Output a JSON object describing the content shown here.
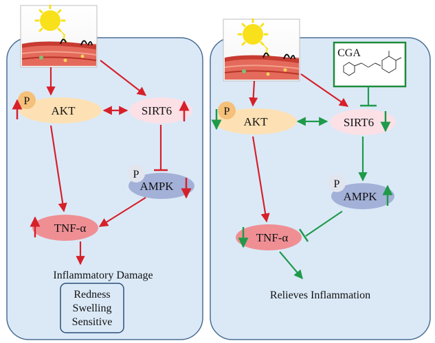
{
  "left": {
    "akt": "AKT",
    "sirt6": "SIRT6",
    "ampk": "AMPK",
    "tnf": "TNF-α",
    "phospho": "P",
    "outcome": "Inflammatory Damage",
    "symptoms": [
      "Redness",
      "Swelling",
      "Sensitive"
    ]
  },
  "right": {
    "akt": "AKT",
    "sirt6": "SIRT6",
    "ampk": "AMPK",
    "tnf": "TNF-α",
    "phospho": "P",
    "compound": "CGA",
    "outcome": "Relieves Inflammation"
  },
  "colors": {
    "panel_fill": "#dbe9f7",
    "panel_stroke": "#4a6d94",
    "damage_arrow": "#d6202a",
    "relief_arrow": "#1e9a4a",
    "akt_fill": "#fde1b4",
    "sirt6_fill": "#fbe0e6",
    "ampk_fill": "#a3b1d8",
    "tnf_fill": "#ef8f94",
    "p_fill": "#f5c07a",
    "p_alt_fill": "#e2e5ee",
    "cga_box": "#1e8a3a"
  }
}
